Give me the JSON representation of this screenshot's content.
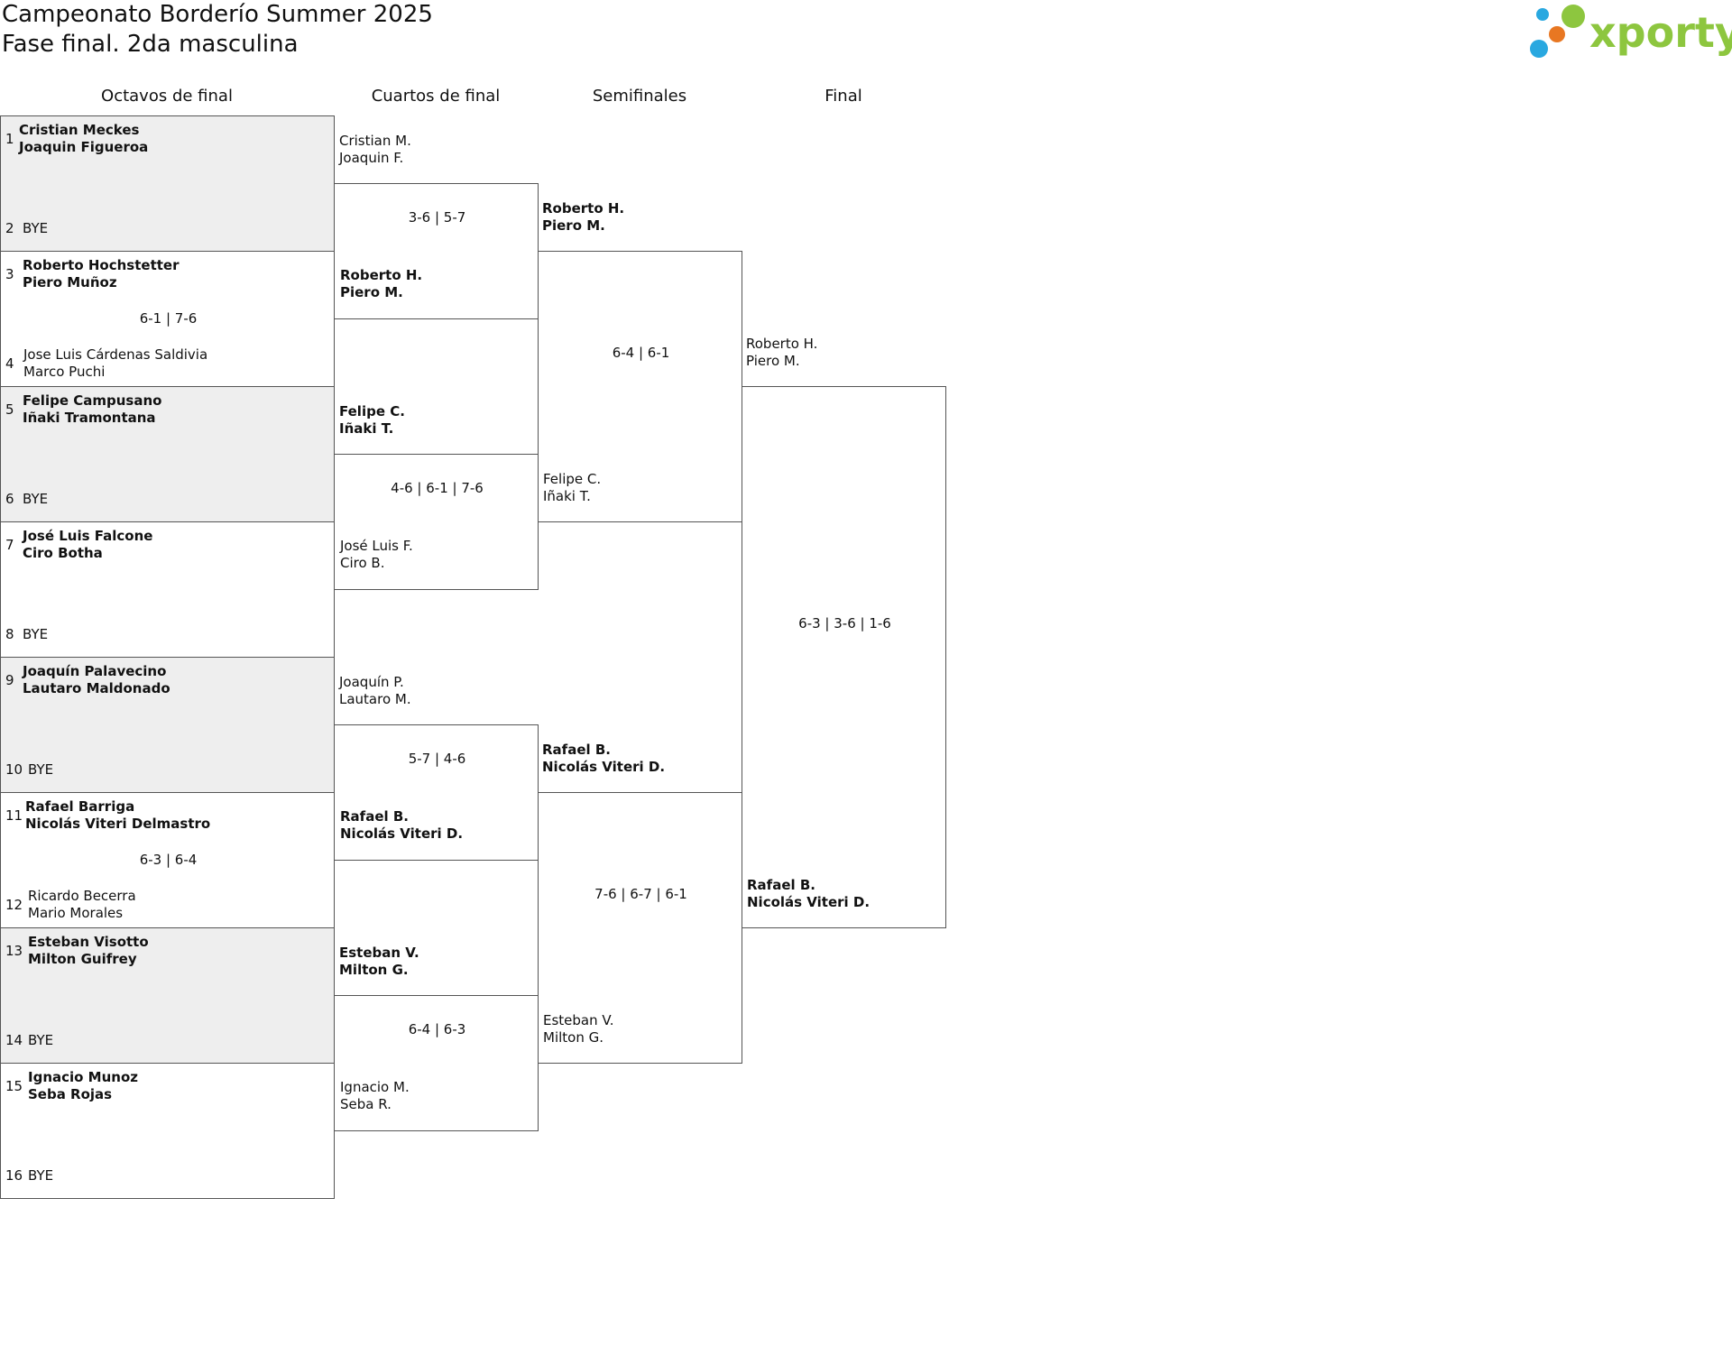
{
  "header": {
    "title": "Campeonato Borderío Summer 2025",
    "subtitle": "Fase final. 2da masculina"
  },
  "logo": {
    "text": "xporty",
    "colors": [
      "#29a8e0",
      "#e87722",
      "#8dc63f"
    ]
  },
  "rounds": [
    "Octavos de final",
    "Cuartos de final",
    "Semifinales",
    "Final"
  ],
  "r16": [
    {
      "seed_a": "1",
      "a1": "Cristian Meckes",
      "a2": "Joaquin Figueroa",
      "seed_b": "2",
      "b1": "BYE",
      "b2": "",
      "score": ""
    },
    {
      "seed_a": "3",
      "a1": "Roberto Hochstetter",
      "a2": "Piero Muñoz",
      "seed_b": "4",
      "b1": "Jose Luis Cárdenas Saldivia",
      "b2": "Marco Puchi",
      "score": "6-1 | 7-6"
    },
    {
      "seed_a": "5",
      "a1": "Felipe Campusano",
      "a2": "Iñaki Tramontana",
      "seed_b": "6",
      "b1": "BYE",
      "b2": "",
      "score": ""
    },
    {
      "seed_a": "7",
      "a1": "José Luis Falcone",
      "a2": "Ciro Botha",
      "seed_b": "8",
      "b1": "BYE",
      "b2": "",
      "score": ""
    },
    {
      "seed_a": "9",
      "a1": "Joaquín Palavecino",
      "a2": "Lautaro Maldonado",
      "seed_b": "10",
      "b1": "BYE",
      "b2": "",
      "score": ""
    },
    {
      "seed_a": "11",
      "a1": "Rafael Barriga",
      "a2": "Nicolás Viteri Delmastro",
      "seed_b": "12",
      "b1": "Ricardo Becerra",
      "b2": "Mario Morales",
      "score": "6-3 | 6-4"
    },
    {
      "seed_a": "13",
      "a1": "Esteban Visotto",
      "a2": "Milton Guifrey",
      "seed_b": "14",
      "b1": "BYE",
      "b2": "",
      "score": ""
    },
    {
      "seed_a": "15",
      "a1": "Ignacio Munoz",
      "a2": "Seba Rojas",
      "seed_b": "16",
      "b1": "BYE",
      "b2": "",
      "score": ""
    }
  ],
  "qf": [
    {
      "a1": "Cristian M.",
      "a2": "Joaquin F.",
      "b1": "Roberto H.",
      "b2": "Piero M.",
      "score": "3-6 | 5-7"
    },
    {
      "a1": "Felipe C.",
      "a2": "Iñaki T.",
      "b1": "José Luis F.",
      "b2": "Ciro B.",
      "score": "4-6 | 6-1 | 7-6"
    },
    {
      "a1": "Joaquín P.",
      "a2": "Lautaro M.",
      "b1": "Rafael B.",
      "b2": "Nicolás Viteri D.",
      "score": "5-7 | 4-6"
    },
    {
      "a1": "Esteban V.",
      "a2": "Milton G.",
      "b1": "Ignacio M.",
      "b2": "Seba R.",
      "score": "6-4 | 6-3"
    }
  ],
  "sf": [
    {
      "a1": "Roberto H.",
      "a2": "Piero M.",
      "b1": "Felipe C.",
      "b2": "Iñaki T.",
      "score": "6-4 | 6-1"
    },
    {
      "a1": "Rafael B.",
      "a2": "Nicolás Viteri D.",
      "b1": "Esteban V.",
      "b2": "Milton G.",
      "score": "7-6 | 6-7 | 6-1"
    }
  ],
  "final": {
    "a1": "Roberto H.",
    "a2": "Piero M.",
    "b1": "Rafael B.",
    "b2": "Nicolás Viteri D.",
    "score": "6-3 | 3-6 | 1-6"
  }
}
